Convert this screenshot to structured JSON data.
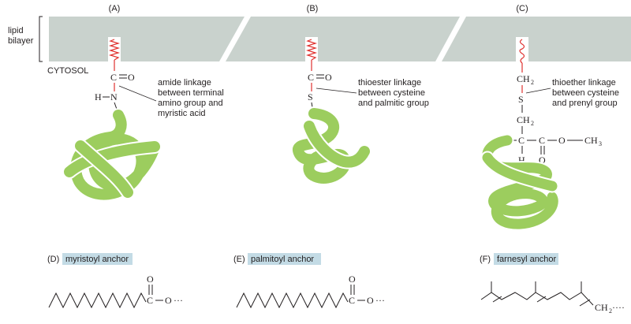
{
  "membrane": {
    "lipid_label_line1": "lipid",
    "lipid_label_line2": "bilayer",
    "cytosol_label": "CYTOSOL",
    "colors": {
      "membrane": "#c9d2cd",
      "protein": "#9ccd5e",
      "protein_outline": "#ffffff",
      "anchor": "#e0312e",
      "tag_bg": "#c3dbe5",
      "text": "#231f20"
    }
  },
  "panels": {
    "a": {
      "label": "(A)",
      "atoms": {
        "c": "C",
        "o": "O",
        "h": "H",
        "n": "N"
      },
      "annotation": [
        "amide linkage",
        "between terminal",
        "amino group and",
        "myristic acid"
      ]
    },
    "b": {
      "label": "(B)",
      "atoms": {
        "c": "C",
        "o": "O",
        "s": "S"
      },
      "annotation": [
        "thioester linkage",
        "between cysteine",
        "and palmitic group"
      ]
    },
    "c": {
      "label": "(C)",
      "atoms": {
        "ch": "CH",
        "sub2": "2",
        "s": "S",
        "ch2b": "CH",
        "sub2b": "2",
        "c1": "C",
        "c2": "C",
        "o": "O",
        "ch3": "CH",
        "sub3": "3",
        "h": "H",
        "o2": "O"
      },
      "annotation": [
        "thioether linkage",
        "between cysteine",
        "and prenyl group"
      ]
    },
    "d": {
      "label": "(D)",
      "tag": "myristoyl anchor",
      "atoms": {
        "o": "O",
        "c": "C",
        "o2": "O",
        "dots": "···"
      }
    },
    "e": {
      "label": "(E)",
      "tag": "palmitoyl anchor",
      "atoms": {
        "o": "O",
        "c": "C",
        "o2": "O",
        "dots": "···"
      }
    },
    "f": {
      "label": "(F)",
      "tag": "farnesyl anchor",
      "atoms": {
        "ch": "CH",
        "sub2": "2",
        "dots": "····"
      }
    }
  }
}
